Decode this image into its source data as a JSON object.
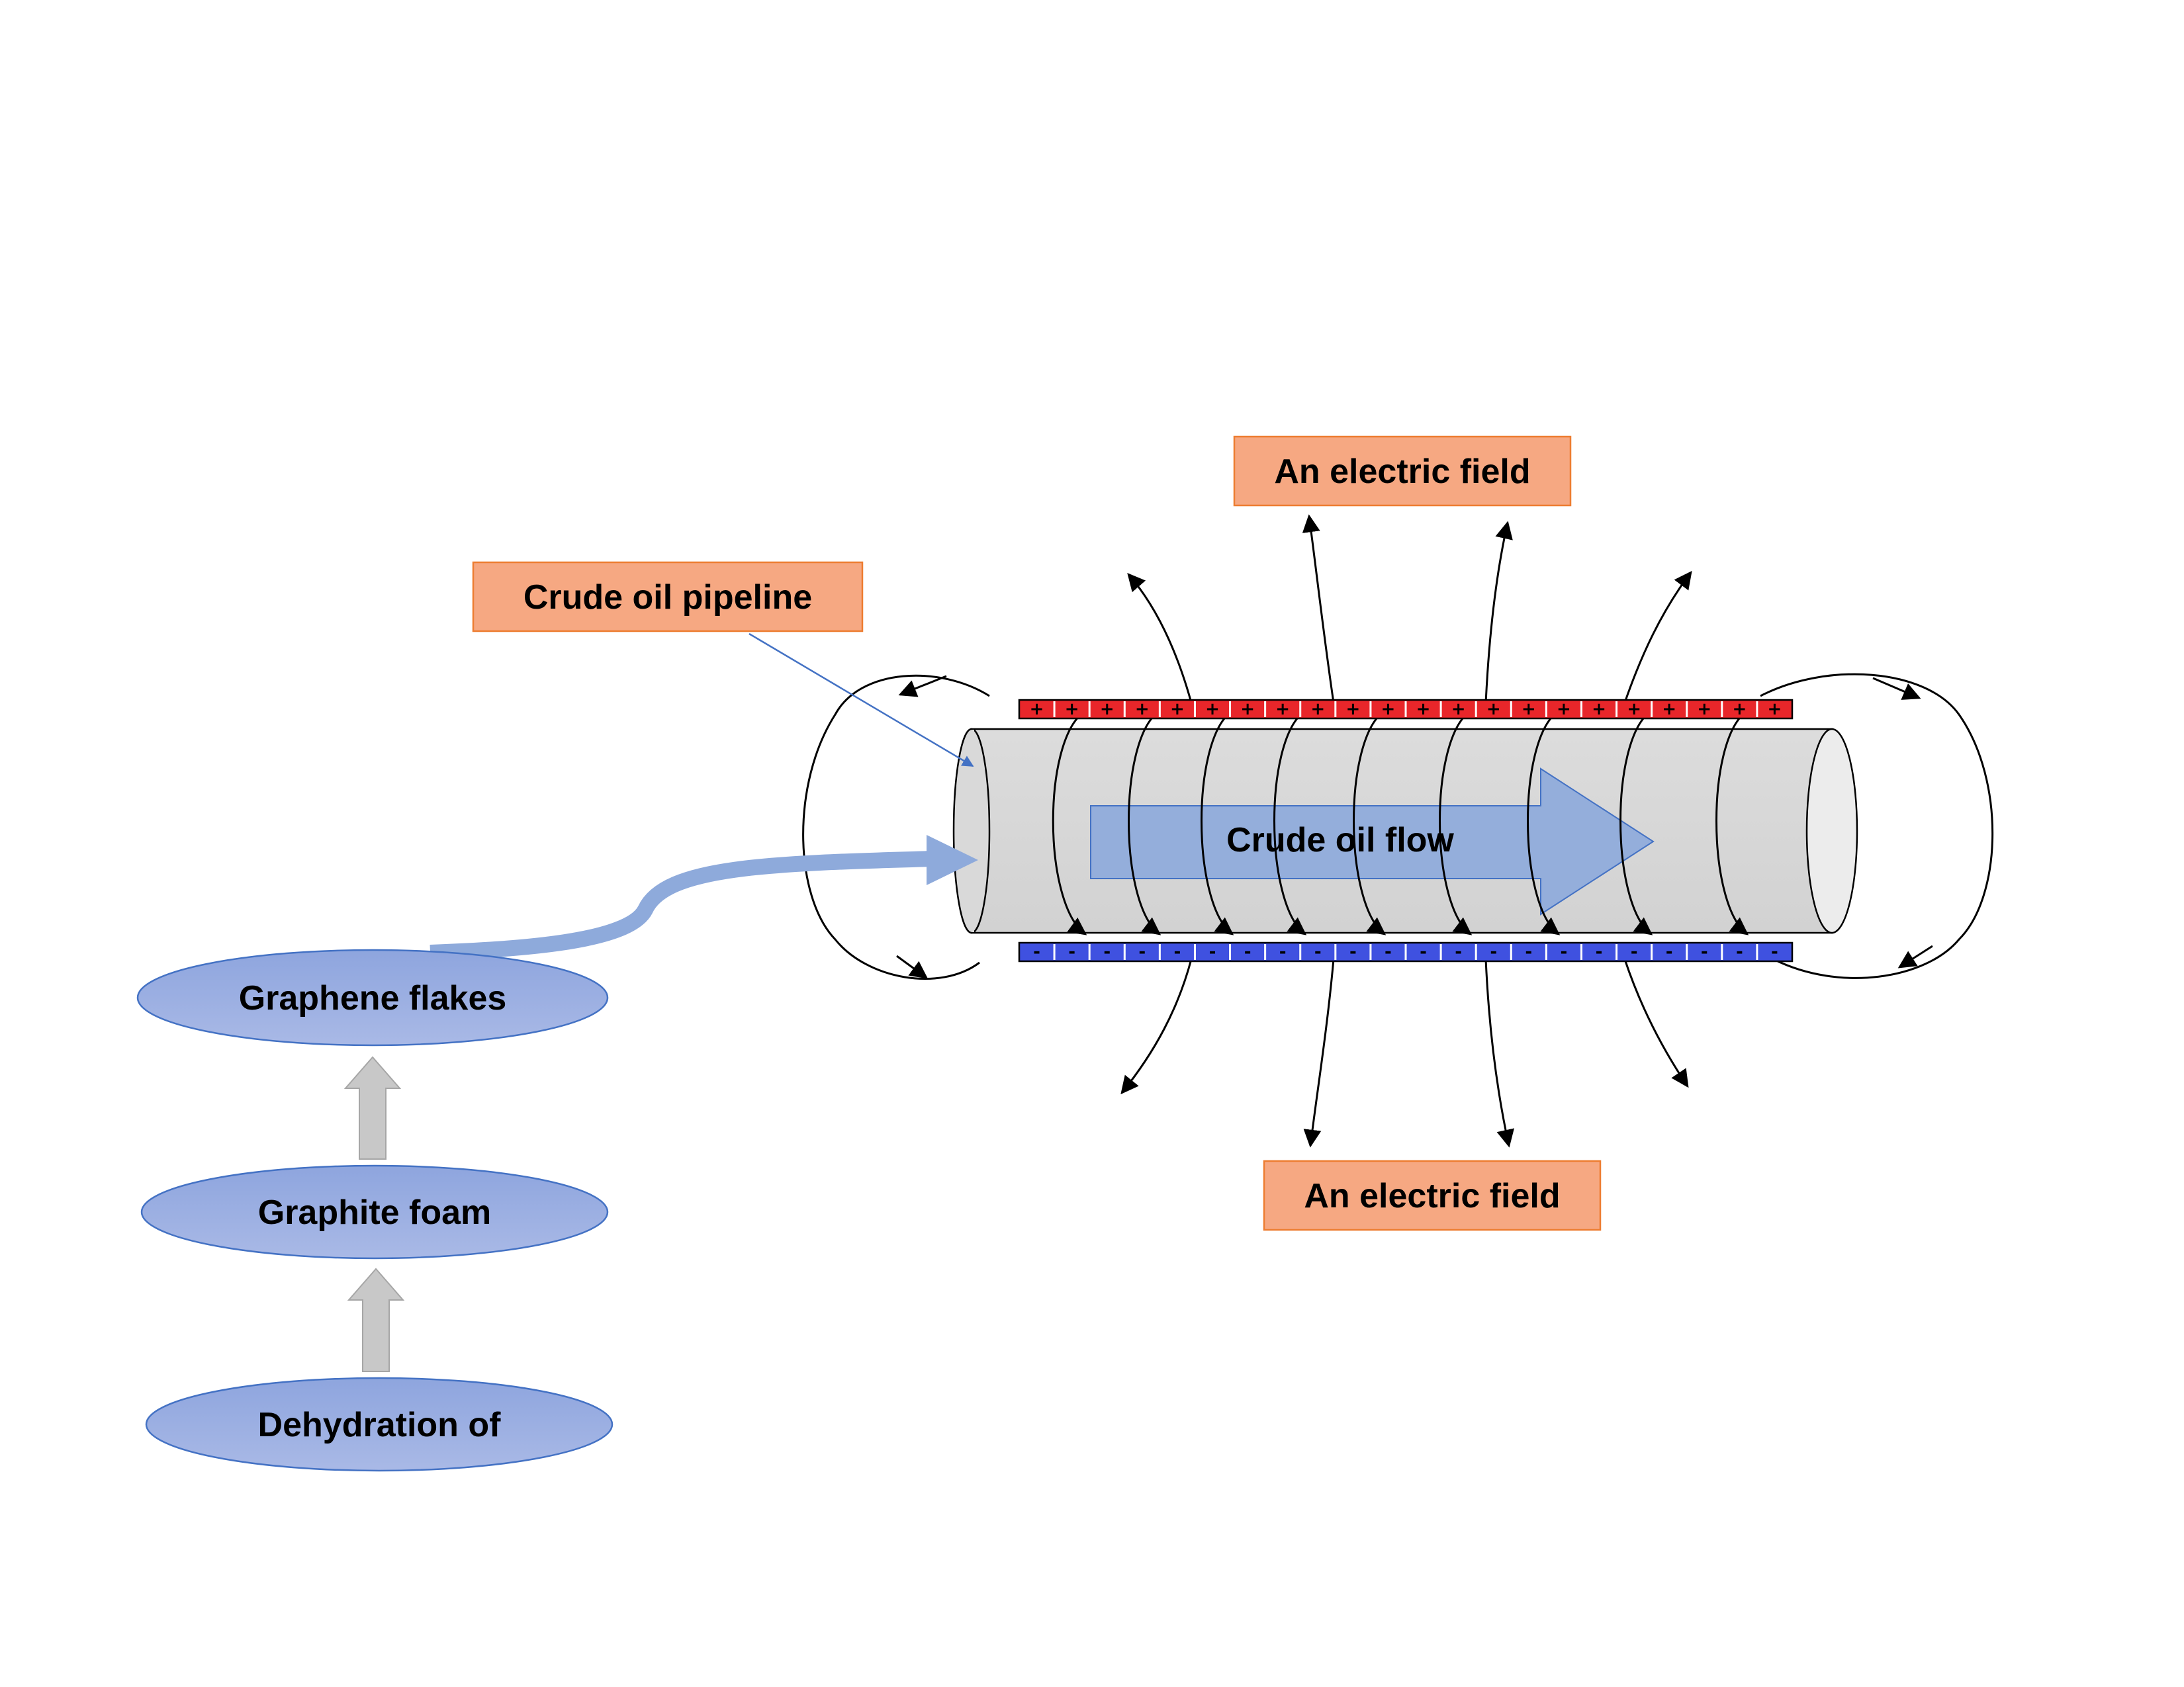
{
  "labels": {
    "electric_field_top": "An electric field",
    "electric_field_bottom": "An electric field",
    "pipeline": "Crude oil pipeline",
    "flow": "Crude oil flow"
  },
  "process_steps": [
    "Graphene flakes",
    "Graphite foam",
    "Dehydration of"
  ],
  "plates": {
    "positive_symbol": "+",
    "negative_symbol": "-",
    "positive_color": "#e8262a",
    "negative_color": "#3f51e0"
  },
  "colors": {
    "callout_fill": "#f6a882",
    "callout_border": "#ed7d31",
    "ellipse_fill": "#9aaee0",
    "ellipse_border": "#4472c4",
    "pipe_fill": "#d9d9d9",
    "flow_arrow": "#8eaadb",
    "up_arrow": "#c8c8c8"
  }
}
